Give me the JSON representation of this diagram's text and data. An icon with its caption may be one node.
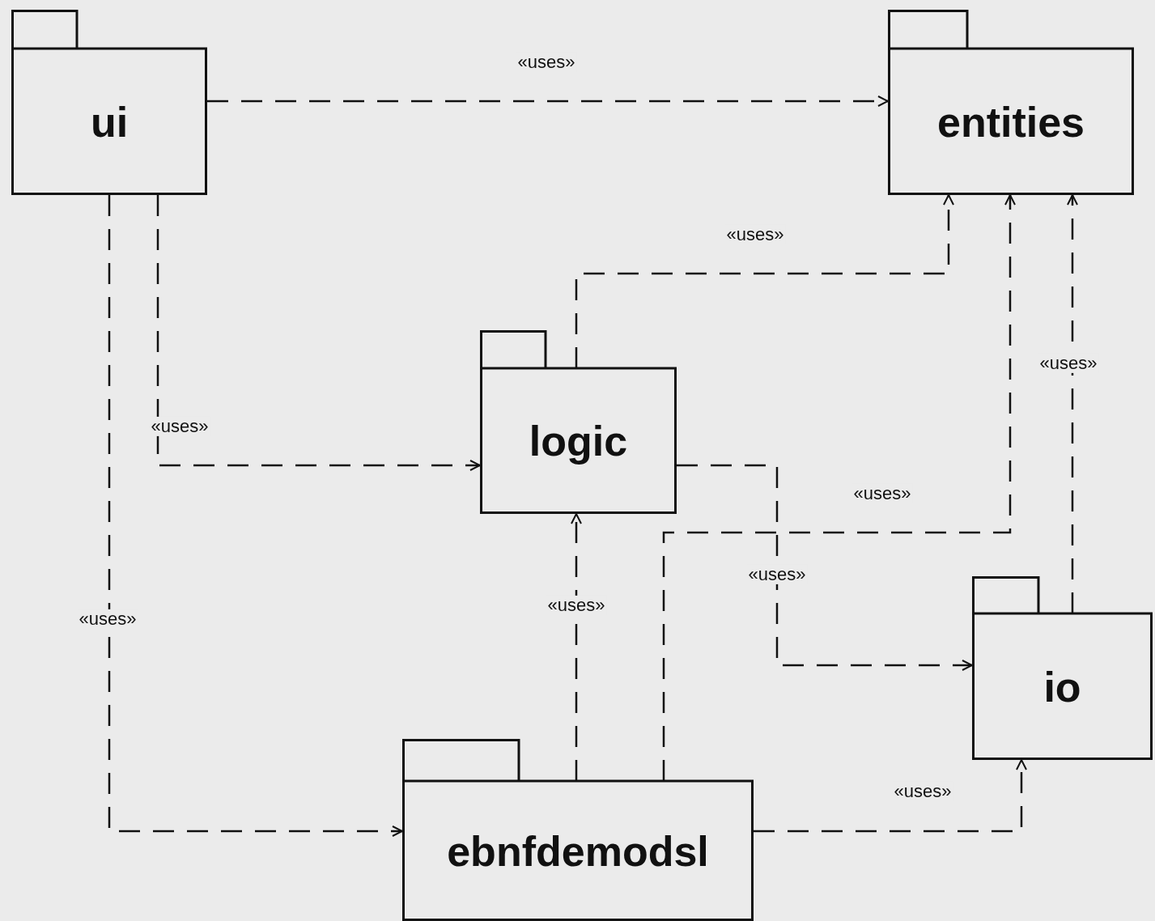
{
  "diagram": {
    "nodes": [
      {
        "text": [
          "ui"
        ]
      },
      {
        "text": [
          "entities"
        ]
      },
      {
        "text": [
          "logic"
        ]
      },
      {
        "text": [
          "io"
        ]
      },
      {
        "text": [
          "ebnfdemodsl"
        ]
      }
    ],
    "edges": [
      {
        "from": 0,
        "to": 1,
        "arrow": "to",
        "label": "«uses»",
        "style": "dashed"
      },
      {
        "from": 0,
        "to": 2,
        "arrow": "to",
        "label": "«uses»",
        "style": "dashed"
      },
      {
        "from": 0,
        "to": 4,
        "arrow": "to",
        "label": "«uses»",
        "style": "dashed"
      },
      {
        "from": 2,
        "to": 1,
        "arrow": "to",
        "label": "«uses»",
        "style": "dashed"
      },
      {
        "from": 2,
        "to": 3,
        "arrow": "to",
        "label": "«uses»",
        "style": "dashed"
      },
      {
        "from": 4,
        "to": 1,
        "arrow": "to",
        "label": "«uses»",
        "style": "dashed"
      },
      {
        "from": 3,
        "to": 1,
        "arrow": "to",
        "label": "«uses»",
        "style": "dashed"
      },
      {
        "from": 4,
        "to": 2,
        "arrow": "to",
        "label": "«uses»",
        "style": "dashed"
      },
      {
        "from": 4,
        "to": 3,
        "arrow": "to",
        "label": "«uses»",
        "style": "dashed"
      }
    ]
  }
}
